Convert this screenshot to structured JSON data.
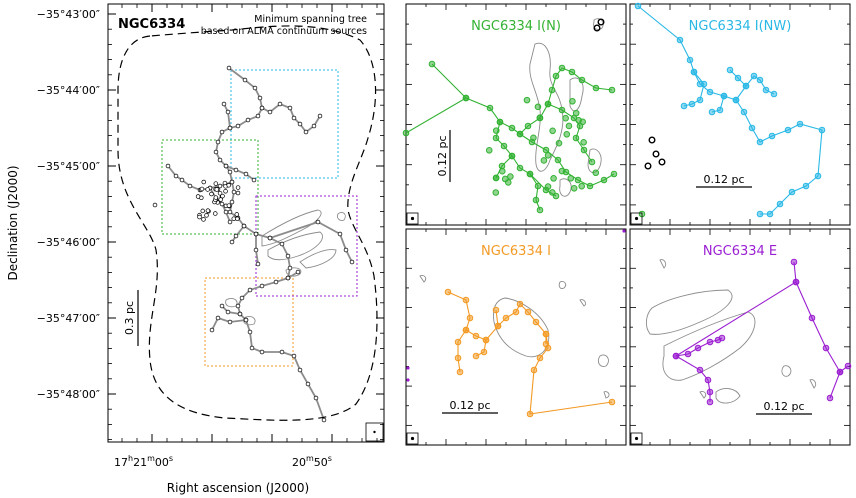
{
  "chart_data": [
    {
      "type": "scatter",
      "panel": "main",
      "title": "NGC6334",
      "annotation_lines": [
        "Minimum spanning tree",
        "based on ALMA continuum sources"
      ],
      "xlabel": "Right ascension (J2000)",
      "ylabel": "Declination (J2000)",
      "x_ticks": [
        {
          "label": "17",
          "sup1": "h",
          "label2": "21",
          "sup2": "m",
          "label3": "00",
          "sup3": "s"
        },
        {
          "label": "20",
          "sup1": "m",
          "label2": "50",
          "sup2": "s"
        }
      ],
      "y_ticks": [
        "−35°43′00″",
        "−35°44′00″",
        "−35°45′00″",
        "−35°46′00″",
        "−35°47′00″",
        "−35°48′00″"
      ],
      "scale_bar": "0.3 pc",
      "coverage_outline": "dashed",
      "subregions": [
        {
          "name": "NGC6334 I(N)",
          "color": "#33b233"
        },
        {
          "name": "NGC6334 I(NW)",
          "color": "#29b8e6"
        },
        {
          "name": "NGC6334 I",
          "color": "#f39a25"
        },
        {
          "name": "NGC6334 E",
          "color": "#9b1fd1"
        }
      ],
      "tree_color": "#8c8c8c",
      "node_color": "#ffffff"
    },
    {
      "type": "scatter",
      "panel": "zoom",
      "title": "NGC6334 I(N)",
      "color": "#33b233",
      "scale_bar": "0.12 pc",
      "scale_bar_orientation": "vertical"
    },
    {
      "type": "scatter",
      "panel": "zoom",
      "title": "NGC6334 I(NW)",
      "color": "#29b8e6",
      "scale_bar": "0.12 pc",
      "scale_bar_orientation": "horizontal"
    },
    {
      "type": "scatter",
      "panel": "zoom",
      "title": "NGC6334 I",
      "color": "#f39a25",
      "scale_bar": "0.12 pc",
      "scale_bar_orientation": "horizontal"
    },
    {
      "type": "scatter",
      "panel": "zoom",
      "title": "NGC6334 E",
      "color": "#9b1fd1",
      "scale_bar": "0.12 pc",
      "scale_bar_orientation": "horizontal"
    }
  ]
}
